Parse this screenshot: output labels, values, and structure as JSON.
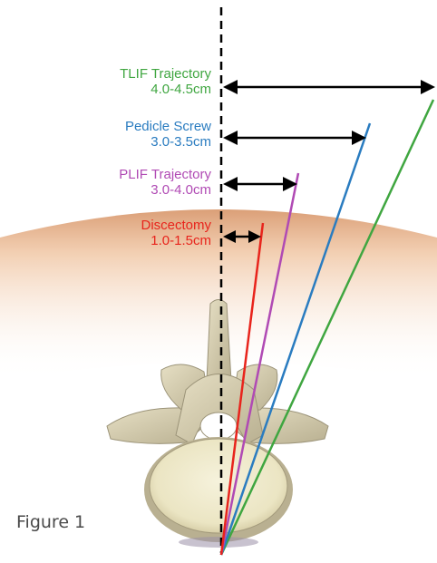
{
  "trajectories": [
    {
      "name": "TLIF Trajectory",
      "range": "4.0-4.5cm",
      "color": "#3fa640"
    },
    {
      "name": "Pedicle Screw",
      "range": "3.0-3.5cm",
      "color": "#2a7cc0"
    },
    {
      "name": "PLIF Trajectory",
      "range": "3.0-4.0cm",
      "color": "#b04ab4"
    },
    {
      "name": "Discectomy",
      "range": "1.0-1.5cm",
      "color": "#e8241c"
    }
  ],
  "figure_label": "Figure 1",
  "colors": {
    "skin": "#e9b78f",
    "bone": "#d6ceb0",
    "bone_shadow": "#8f8870",
    "disc": "#efeacb",
    "arrow": "#000000",
    "midline": "#000000"
  }
}
